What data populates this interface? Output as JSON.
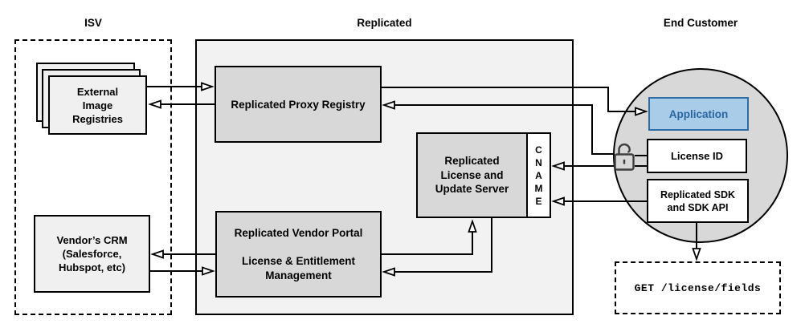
{
  "sections": {
    "isv": {
      "label": "ISV"
    },
    "replicated": {
      "label": "Replicated"
    },
    "end_customer": {
      "label": "End Customer"
    }
  },
  "nodes": {
    "external_registries": {
      "label": "External\nImage\nRegistries"
    },
    "proxy_registry": {
      "label": "Replicated Proxy Registry"
    },
    "vendor_crm": {
      "label": "Vendor’s CRM\n(Salesforce,\nHubspot, etc)"
    },
    "vendor_portal": {
      "label": "Replicated Vendor Portal\n\nLicense & Entitlement\nManagement"
    },
    "license_update_server": {
      "label": "Replicated\nLicense and\nUpdate Server"
    },
    "cname": {
      "label": "C\nN\nA\nM\nE"
    },
    "application": {
      "label": "Application"
    },
    "license_id": {
      "label": "License ID"
    },
    "replicated_sdk": {
      "label": "Replicated SDK\nand SDK API"
    },
    "api_endpoint": {
      "label": "GET /license/fields"
    }
  },
  "icons": {
    "lock": "open-padlock-icon"
  },
  "colors": {
    "section_fill": "#F2F2F2",
    "node_fill": "#D8D8D8",
    "stack_fill": "#F0F0F0",
    "circle_fill": "#D8D8D8",
    "application_fill": "#A9CCE9",
    "application_border": "#2E6DA4",
    "application_text": "#2766A3",
    "line": "#000000"
  }
}
